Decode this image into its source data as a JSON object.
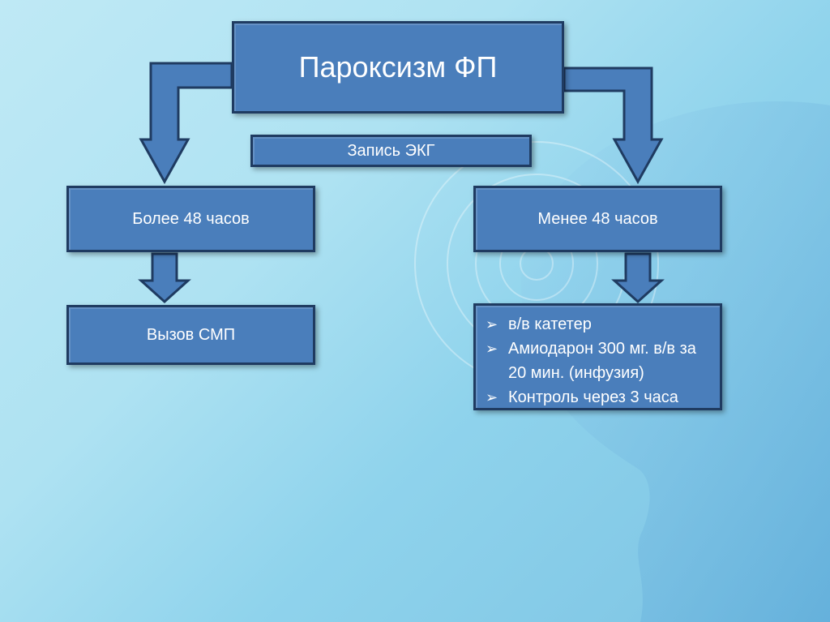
{
  "diagram": {
    "title": "Пароксизм ФП",
    "ekg_label": "Запись ЭКГ",
    "branch_left": "Более 48 часов",
    "branch_right": "Менее 48 часов",
    "left_action": "Вызов СМП",
    "right_actions": [
      "в/в катетер",
      "Амиодарон 300 мг. в/в за 20 мин. (инфузия)",
      "Контроль через 3 часа"
    ],
    "bullet_symbol": "➢"
  },
  "colors": {
    "box_fill": "#4a7ebb",
    "box_border": "#1f3b61",
    "text": "#ffffff"
  }
}
